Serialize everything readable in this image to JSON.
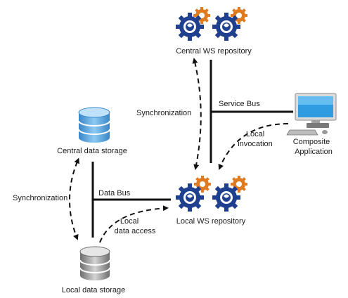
{
  "labels": {
    "central_ws_repository": "Central WS repository",
    "local_ws_repository": "Local WS repository",
    "central_data_storage": "Central data storage",
    "local_data_storage": "Local data storage",
    "service_bus": "Service Bus",
    "data_bus": "Data Bus",
    "sync_ws": "Synchronization",
    "sync_data": "Synchronization",
    "local_invocation_1": "Local",
    "local_invocation_2": "invocation",
    "local_data_access_1": "Local",
    "local_data_access_2": "data access",
    "composite_app_1": "Composite",
    "composite_app_2": "Application"
  },
  "icons": {
    "gear_outer": "#e07b22",
    "gear_inner": "#1f3f8f",
    "db_blue": "#5aa6e0",
    "db_gray": "#8e8e8e"
  }
}
